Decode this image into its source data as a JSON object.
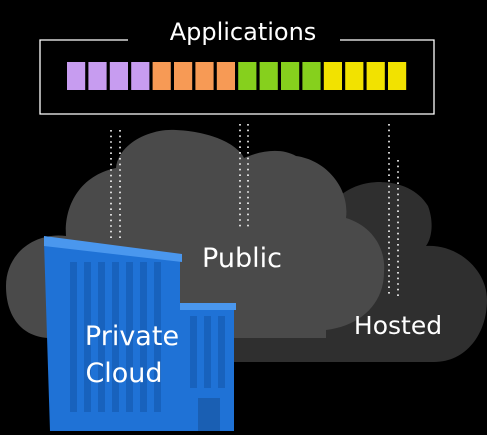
{
  "title": "Applications",
  "app_bar": {
    "colors": [
      "#c79cf0",
      "#c79cf0",
      "#c79cf0",
      "#c79cf0",
      "#f79a55",
      "#f79a55",
      "#f79a55",
      "#f79a55",
      "#86d01d",
      "#86d01d",
      "#86d01d",
      "#86d01d",
      "#f2e200",
      "#f2e200",
      "#f2e200",
      "#f2e200"
    ]
  },
  "clouds": {
    "public": {
      "label": "Public",
      "color": "#4a4a4a"
    },
    "hosted": {
      "label": "Hosted",
      "color": "#2f2f2f"
    }
  },
  "building": {
    "label_line1": "Private",
    "label_line2": "Cloud",
    "color": "#1f72d6",
    "light_color": "#4a97ee"
  },
  "colors": {
    "background": "#000000",
    "text": "#ffffff",
    "frame": "#ffffff",
    "connector": "#ffffff"
  }
}
